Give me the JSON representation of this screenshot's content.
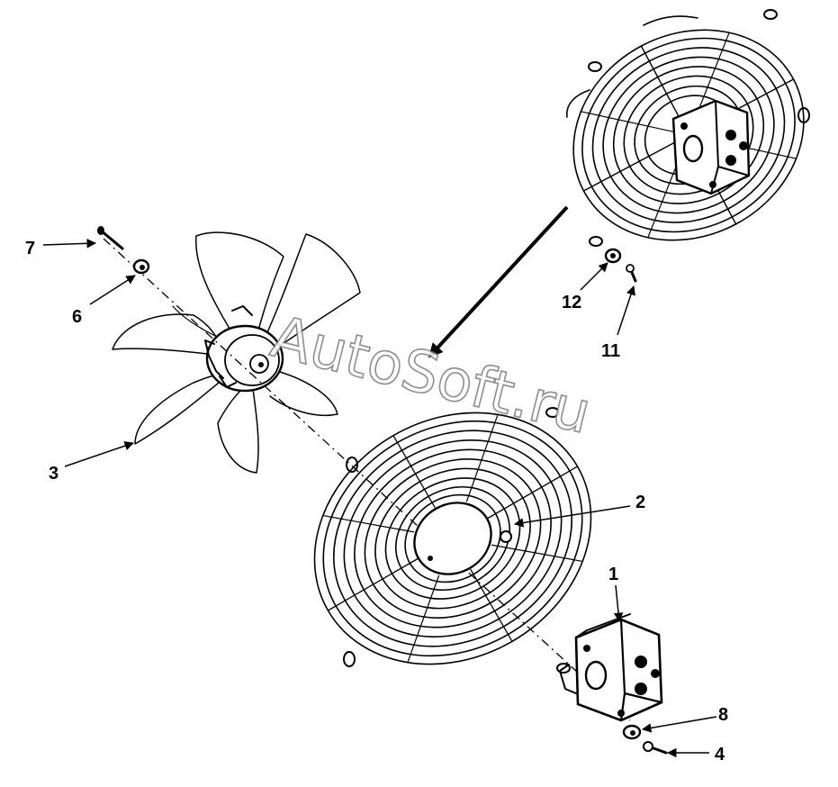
{
  "watermark": "AutoSoft.ru",
  "callouts": {
    "c1": "1",
    "c2": "2",
    "c3": "3",
    "c4": "4",
    "c6": "6",
    "c7": "7",
    "c8": "8",
    "c11": "11",
    "c12": "12"
  }
}
